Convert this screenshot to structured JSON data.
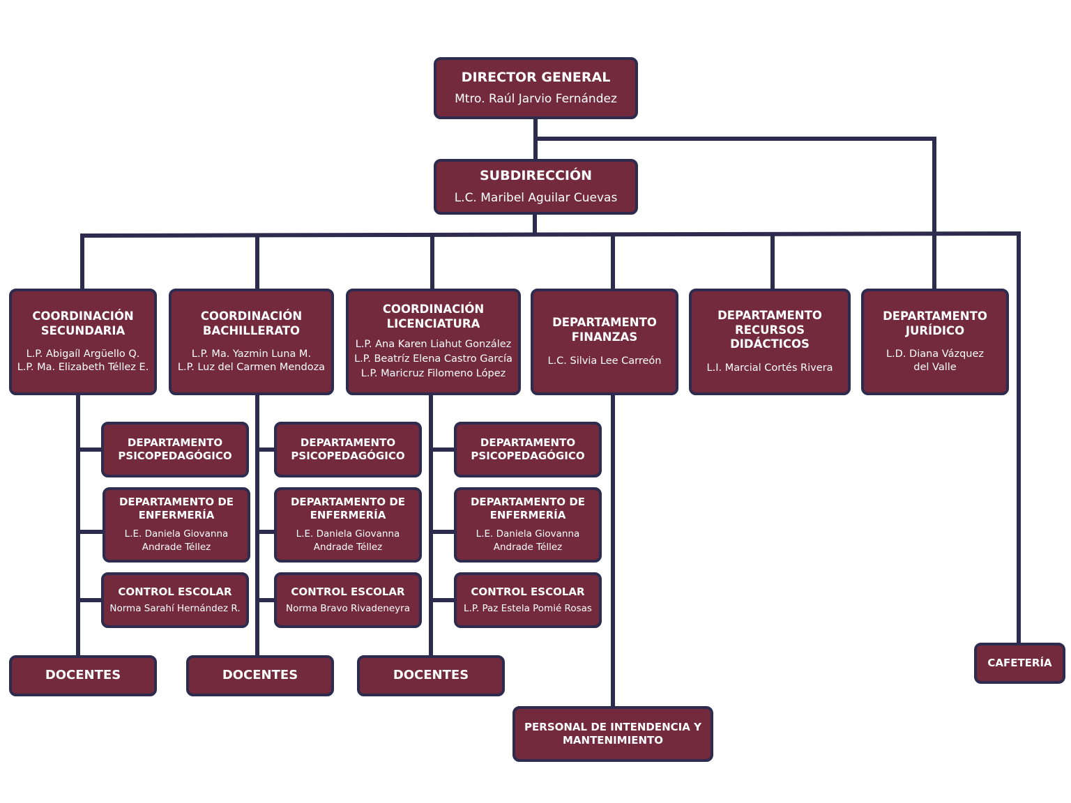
{
  "colors": {
    "box": "#722a3c",
    "line": "#2d2b4e",
    "text": "#ffffff"
  },
  "director": {
    "title": "DIRECTOR GENERAL",
    "name": "Mtro. Raúl Jarvio Fernández"
  },
  "subdireccion": {
    "title": "SUBDIRECCIÓN",
    "name": "L.C. Maribel Aguilar Cuevas"
  },
  "secundaria": {
    "title": "COORDINACIÓN\nSECUNDARIA",
    "names": "L.P. Abigaíl Argüello Q.\nL.P. Ma. Elizabeth Téllez E."
  },
  "bachillerato": {
    "title": "COORDINACIÓN\nBACHILLERATO",
    "names": "L.P. Ma. Yazmin Luna M.\nL.P. Luz del Carmen Mendoza"
  },
  "licenciatura": {
    "title": "COORDINACIÓN\nLICENCIATURA",
    "names": "L.P. Ana Karen Liahut González\nL.P. Beatríz Elena Castro García\nL.P. Maricruz Filomeno López"
  },
  "finanzas": {
    "title": "DEPARTAMENTO\nFINANZAS",
    "name": "L.C. Silvia Lee Carreón"
  },
  "recursos": {
    "title": "DEPARTAMENTO\nRECURSOS DIDÁCTICOS",
    "name": "L.I. Marcial Cortés Rivera"
  },
  "juridico": {
    "title": "DEPARTAMENTO\nJURÍDICO",
    "name": "L.D. Diana Vázquez\ndel Valle"
  },
  "psico": {
    "title": "DEPARTAMENTO\nPSICOPEDAGÓGICO"
  },
  "enfermeria": {
    "title": "DEPARTAMENTO DE\nENFERMERÍA",
    "name": "L.E. Daniela Giovanna\nAndrade Téllez"
  },
  "control_secundaria": {
    "title": "CONTROL ESCOLAR",
    "name": "Norma Sarahí Hernández R."
  },
  "control_bachillerato": {
    "title": "CONTROL ESCOLAR",
    "name": "Norma Bravo Rivadeneyra"
  },
  "control_licenciatura": {
    "title": "CONTROL ESCOLAR",
    "name": "L.P. Paz Estela Pomié Rosas"
  },
  "docentes": {
    "title": "DOCENTES"
  },
  "cafeteria": {
    "title": "CAFETERÍA"
  },
  "personal": {
    "title": "PERSONAL DE INTENDENCIA Y\nMANTENIMIENTO"
  }
}
